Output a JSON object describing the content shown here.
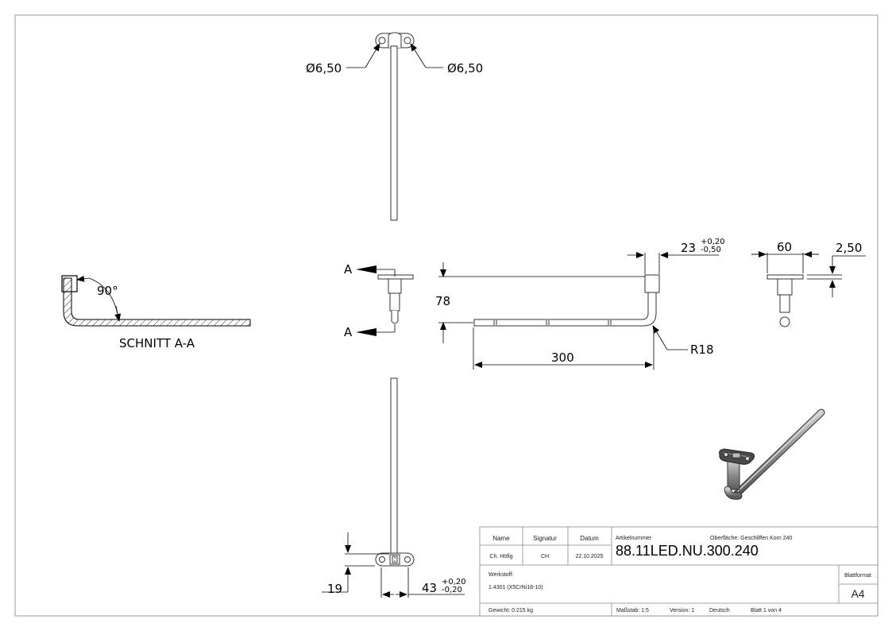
{
  "dimensions": {
    "hole_left": "Ø6,50",
    "hole_right": "Ø6,50",
    "angle_90": "90°",
    "height_78": "78",
    "length_300": "300",
    "radius": "R18",
    "width_23": "23",
    "width_23_upper": "+0,20",
    "width_23_lower": "-0,50",
    "width_60": "60",
    "thickness": "2,50",
    "height_19": "19",
    "width_43": "43",
    "width_43_upper": "+0,20",
    "width_43_lower": "-0,20"
  },
  "section": {
    "label": "SCHNITT A-A",
    "marker_top": "A",
    "marker_bottom": "A"
  },
  "title_block": {
    "h_name": "Name",
    "h_signatur": "Signatur",
    "h_datum": "Datum",
    "name": "Ch. Höfig",
    "signatur": "CH",
    "datum": "22.10.2025",
    "artikel_label": "Artikelnummer",
    "artikel_nummer": "88.11LED.NU.300.240",
    "oberflaeche": "Oberfläche:  Geschliffen Korn 240",
    "werkstoff_label": "Werkstoff:",
    "werkstoff": "1.4301 (X5CrNi18-10)",
    "blattformat_label": "Blattformat",
    "blattformat": "A4",
    "gewicht": "Gewicht: 0.215 kg",
    "massstab": "Maßstab: 1:5",
    "version": "Version: 1",
    "sprache": "Deutsch",
    "blatt": "Blatt 1 von 4"
  }
}
